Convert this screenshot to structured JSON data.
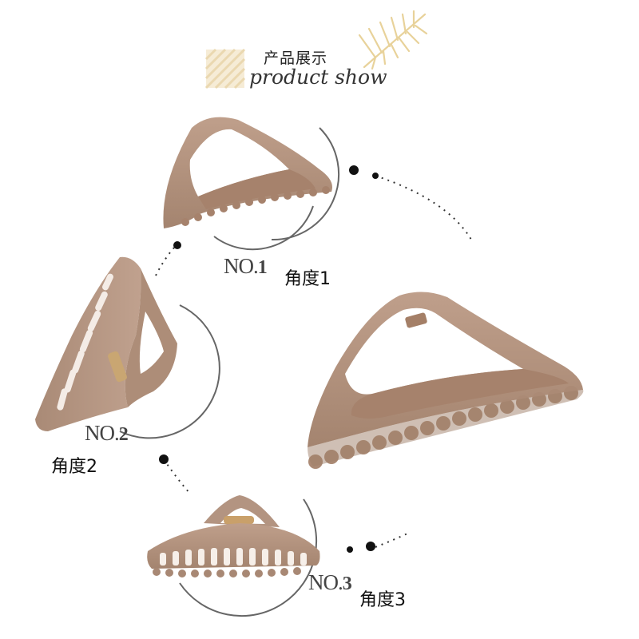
{
  "header": {
    "title_cn": "产品展示",
    "title_en": "product show"
  },
  "colors": {
    "clip_fill": "#b0917c",
    "clip_shade": "#9c7c68",
    "clip_light": "#c4a795",
    "clip_inner": "#a6826c",
    "ring": "#555555",
    "dot": "#111111"
  },
  "views": [
    {
      "number_prefix": "NO.",
      "number": "1",
      "angle_label": "角度1"
    },
    {
      "number_prefix": "NO.",
      "number": "2",
      "angle_label": "角度2"
    },
    {
      "number_prefix": "NO.",
      "number": "3",
      "angle_label": "角度3"
    }
  ]
}
